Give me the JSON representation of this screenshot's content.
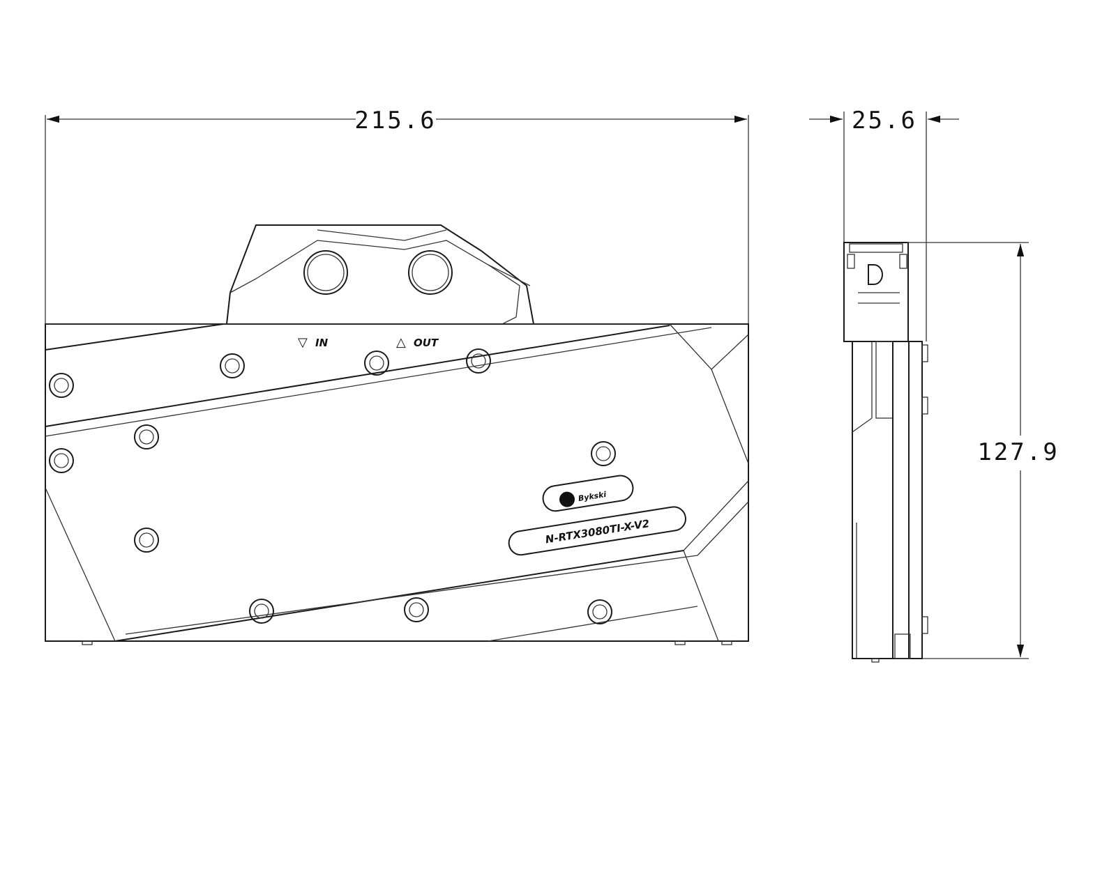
{
  "dimensions": {
    "width": "215.6",
    "thickness": "25.6",
    "height": "127.9"
  },
  "ports": {
    "in_label": "IN",
    "out_label": "OUT"
  },
  "badges": {
    "brand": "Bykski",
    "model": "N-RTX3080TI-X-V2"
  }
}
